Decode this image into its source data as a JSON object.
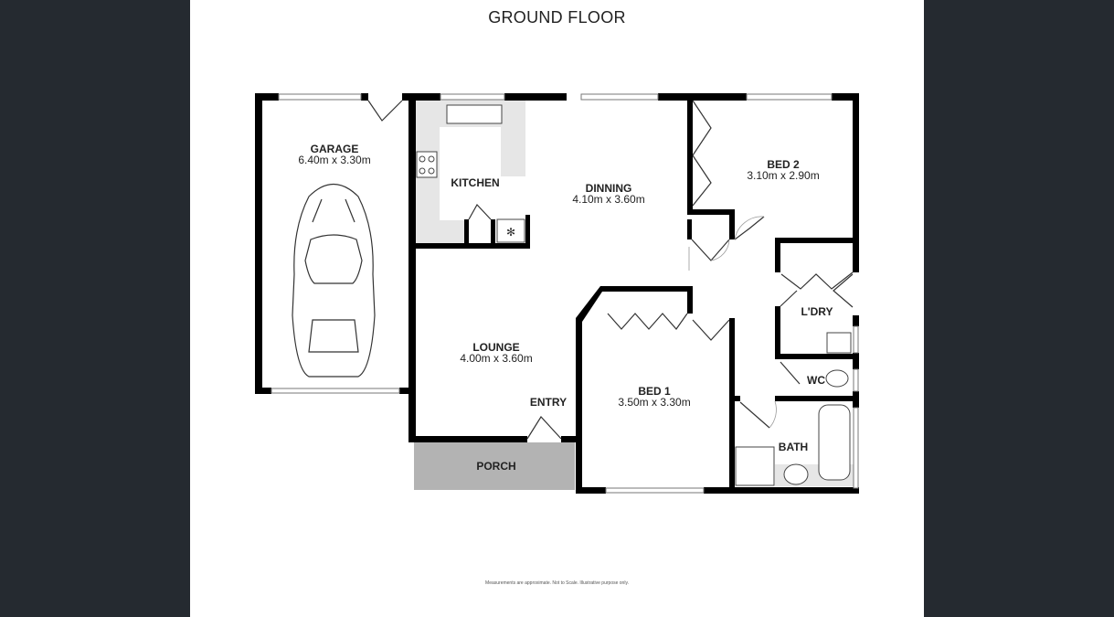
{
  "title": "GROUND FLOOR",
  "footer": "Measurements are approximate.  Not to Scale.  Illustrative purpose only.",
  "rooms": {
    "garage": {
      "name": "GARAGE",
      "size": "6.40m  x 3.30m"
    },
    "kitchen": {
      "name": "KITCHEN"
    },
    "dinning": {
      "name": "DINNING",
      "size": "4.10m  x 3.60m"
    },
    "bed2": {
      "name": "BED 2",
      "size": "3.10m  x 2.90m"
    },
    "lounge": {
      "name": "LOUNGE",
      "size": "4.00m  x 3.60m"
    },
    "entry": {
      "name": "ENTRY"
    },
    "bed1": {
      "name": "BED 1",
      "size": "3.50m  x 3.30m"
    },
    "laundry": {
      "name": "L'DRY"
    },
    "wc": {
      "name": "WC"
    },
    "bath": {
      "name": "BATH"
    },
    "porch": {
      "name": "PORCH"
    }
  },
  "colors": {
    "background": "#252a30",
    "sheet": "#ffffff",
    "porch": "#b3b3b3",
    "counter": "#e6e6e6"
  }
}
